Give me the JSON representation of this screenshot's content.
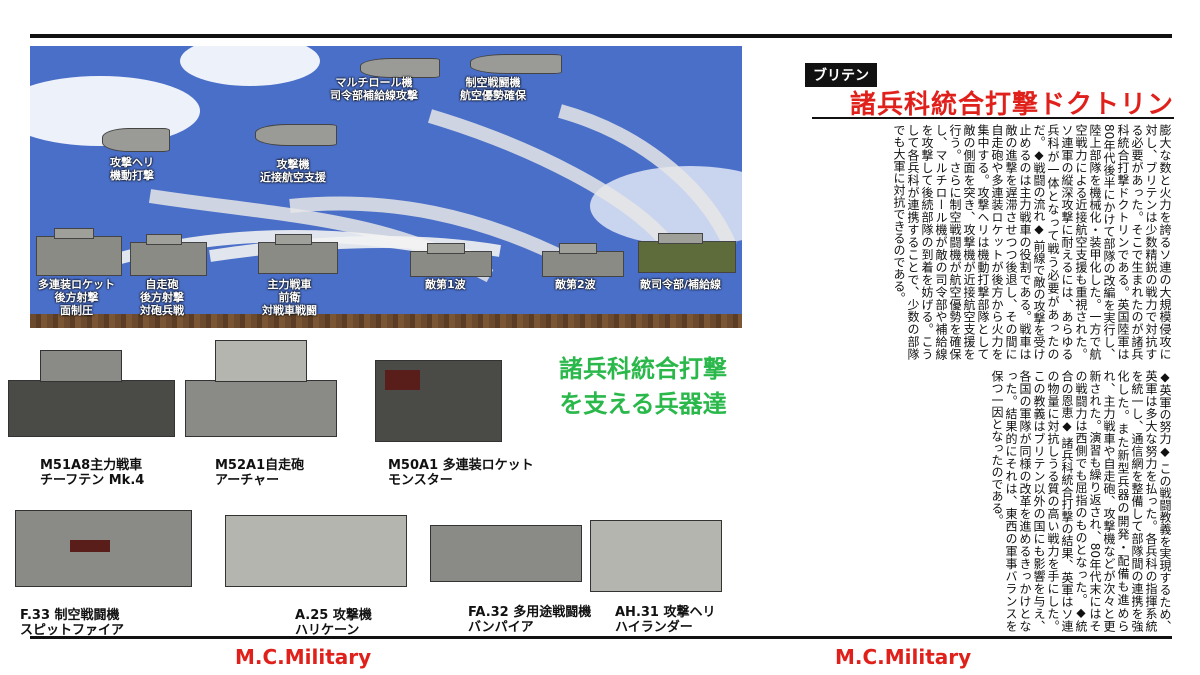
{
  "header": {
    "kicker": "ブリテン",
    "headline": "諸兵科統合打撃ドクトリン"
  },
  "diagram": {
    "labels": [
      "マルチロール機",
      "司令部補給線攻撃",
      "制空戦闘機",
      "航空優勢確保",
      "攻撃ヘリ",
      "機動打撃",
      "攻撃機",
      "近接航空支援",
      "多連装ロケット",
      "後方射撃",
      "面制圧",
      "自走砲",
      "後方射撃",
      "対砲兵戦",
      "主力戦車",
      "前衛",
      "対戦車戦闘",
      "敵第1波",
      "敵第2波",
      "敵司令部/補給線"
    ]
  },
  "slogan": [
    "諸兵科統合打撃",
    "を支える兵器達"
  ],
  "weapons": [
    [
      "M51A8主力戦車",
      "チーフテン Mk.4"
    ],
    [
      "M52A1自走砲",
      "アーチャー"
    ],
    [
      "M50A1 多連装ロケット",
      "モンスター"
    ],
    [
      "F.33 制空戦闘機",
      "スピットファイア"
    ],
    [
      "A.25 攻撃機",
      "ハリケーン"
    ],
    [
      "FA.32 多用途戦闘機",
      "バンパイア"
    ],
    [
      "AH.31 攻撃ヘリ",
      "ハイランダー"
    ]
  ],
  "article": {
    "column1": "膨大な数と火力を誇るソ連の大規模侵攻に対し、ブリテンは少数精鋭の戦力で対抗する必要があった。そこで生まれたのが諸兵科統合打撃ドクトリンである。英国陸軍は80年代後半にかけて部隊の改編を実行し、陸上部隊を機械化・装甲化した。一方で航空戦力による近接航空支援も重視された。ソ連軍の縦深攻撃に耐えるには、あらゆる兵科が一体となって戦う必要があったのだ。◆戦闘の流れ◆ 前線で敵の攻撃を受け止めるのは主力戦車の役割である。戦車は敵の進撃を遅滞させつつ後退し、その間に自走砲や多連装ロケットが後方から火力を集中する。攻撃ヘリは機動打撃部隊として敵の側面を突き、攻撃機が近接航空支援を行う。さらに制空戦闘機が航空優勢を確保し、マルチロール機が敵の司令部や補給線を攻撃して後続部隊の到着を妨げる。こうして各兵科が連携することで、少数の部隊でも大軍に対抗できるのである。",
    "column2": "◆英軍の努力◆ この戦闘教義を実現するため、英軍は多大な努力を払った。各兵科の指揮系統を統一し、通信網を整備して部隊間の連携を強化した。また新型兵器の開発・配備も進められ、主力戦車や自走砲、攻撃機などが次々と更新された。演習も繰り返され、80年代末にはその戦闘力は西側でも屈指のものとなった。◆統合の恩恵◆ 諸兵科統合打撃の結果、英軍はソ連の物量に対抗しうる質の高い戦力を手にした。この教義はブリテン以外の国にも影響を与え、各国の軍隊が同様の改革を進めるきっかけとなった。結果的にそれは、東西の軍事バランスを保つ一因となったのである。"
  },
  "footer": {
    "left": "M.C.Military",
    "right": "M.C.Military"
  },
  "colors": {
    "accent": "#e0201b",
    "sky": "#4a6fc8",
    "slogan": "#2ab84b"
  }
}
